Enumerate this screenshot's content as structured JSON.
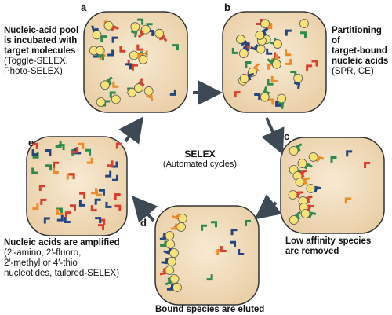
{
  "panels": {
    "a": {
      "letter": "a",
      "title": "Nucleic-acid pool is incubated with target molecules",
      "title_lines": [
        "Nucleic-acid pool",
        "is incubated with",
        "target molecules"
      ],
      "sub_lines": [
        "(Toggle-SELEX,",
        "Photo-SELEX)"
      ]
    },
    "b": {
      "letter": "b",
      "title_lines": [
        "Partitioning of",
        "target-bound",
        "nucleic acids"
      ],
      "sub_lines": [
        "(SPR, CE)"
      ]
    },
    "c": {
      "letter": "c",
      "title_lines": [
        "Low affinity species",
        "are removed"
      ],
      "sub_lines": []
    },
    "d": {
      "letter": "d",
      "title_lines": [
        "Bound species are eluted"
      ],
      "sub_lines": []
    },
    "e": {
      "letter": "e",
      "title_lines": [
        "Nucleic acids are amplified"
      ],
      "sub_lines": [
        "(2′-amino, 2′-fluoro,",
        "2′-methyl or 4′-thio",
        "nucleotides, tailored-SELEX)"
      ]
    }
  },
  "center": {
    "title": "SELEX",
    "subtitle": "(Automated cycles)"
  },
  "colors": {
    "vessel_fill": "#f3e2c6",
    "vessel_stroke": "#333333",
    "arrow": "#3d4a55",
    "target": "#f7e27a",
    "red": "#d8412f",
    "green": "#2e8a4e",
    "blue": "#24457f",
    "orange": "#ef8a28"
  },
  "icons": [
    "target-molecule",
    "nucleic-acid-fragment"
  ]
}
